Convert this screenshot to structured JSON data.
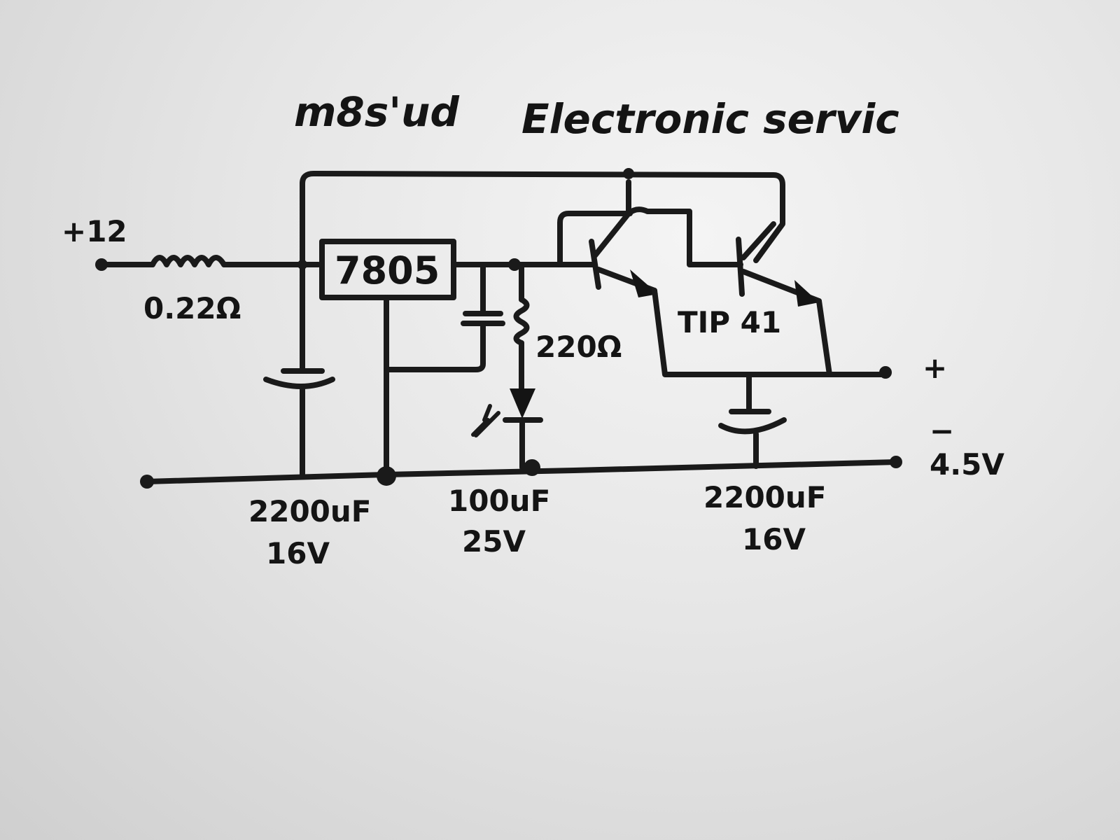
{
  "title": {
    "author": "m8s'ud",
    "text": "Electronic servic"
  },
  "input": {
    "label": "+12"
  },
  "resistor_in": {
    "value": "0.22Ω"
  },
  "regulator": {
    "label": "7805"
  },
  "cap_in": {
    "value": "2200uF",
    "voltage": "16V"
  },
  "cap_mid": {
    "value": "100uF",
    "voltage": "25V"
  },
  "resistor_led": {
    "value": "220Ω"
  },
  "transistor": {
    "label": "TIP 41"
  },
  "cap_out": {
    "value": "2200uF",
    "voltage": "16V"
  },
  "output": {
    "plus": "+",
    "minus": "−",
    "voltage": "4.5V"
  }
}
